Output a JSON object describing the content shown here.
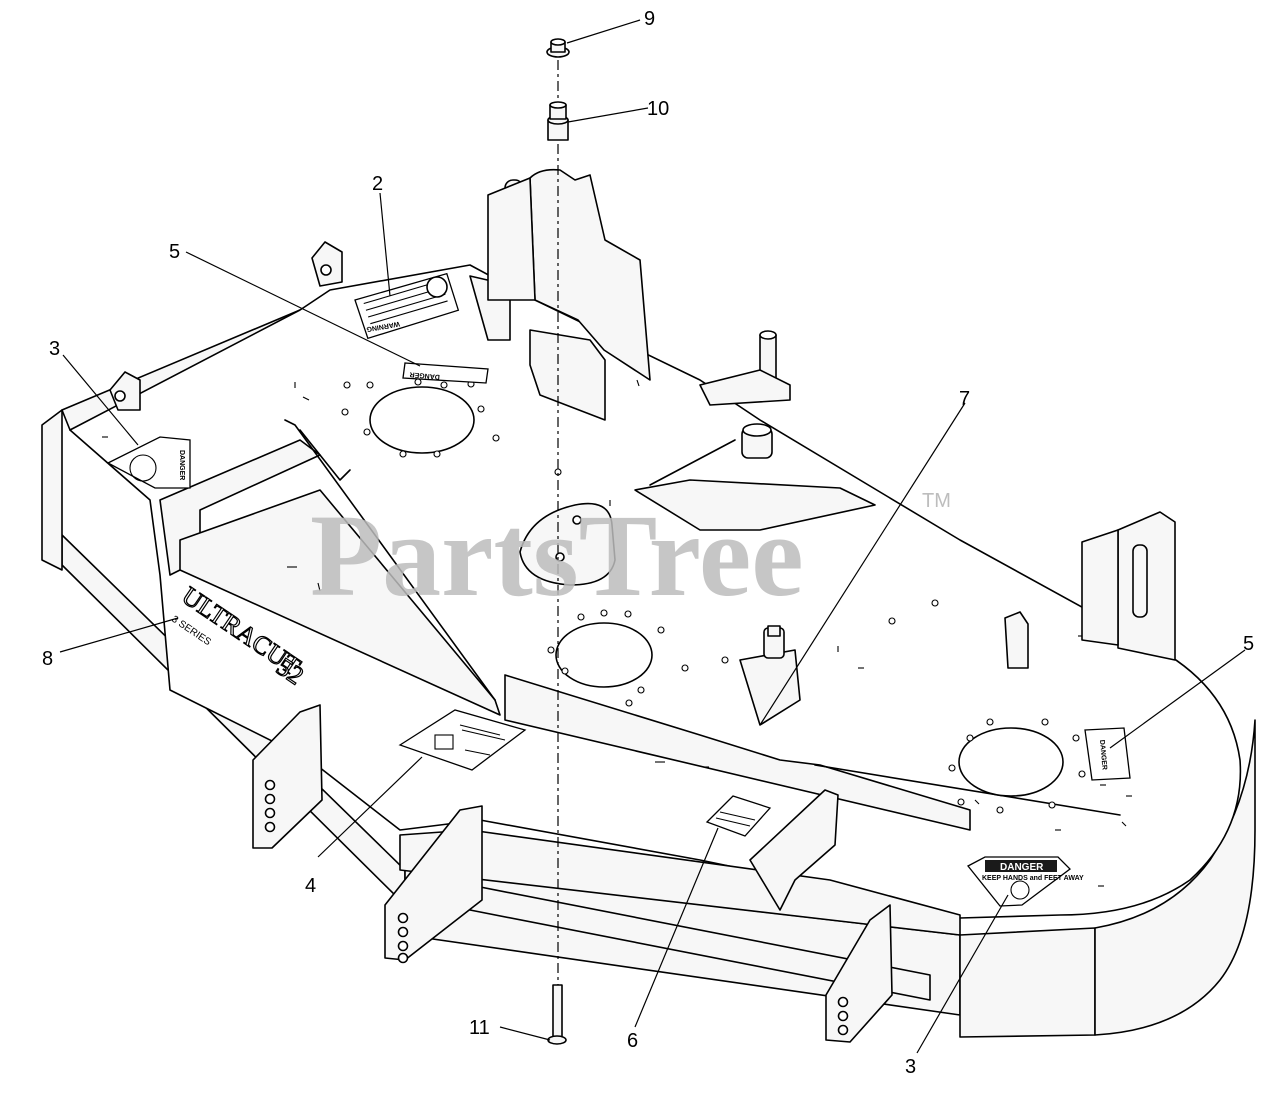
{
  "diagram": {
    "watermark": "PartsTree",
    "watermark_tm": "TM",
    "callouts": [
      {
        "id": "c9",
        "label": "9"
      },
      {
        "id": "c10",
        "label": "10"
      },
      {
        "id": "c2",
        "label": "2"
      },
      {
        "id": "c5a",
        "label": "5"
      },
      {
        "id": "c3a",
        "label": "3"
      },
      {
        "id": "c7",
        "label": "7"
      },
      {
        "id": "c5b",
        "label": "5"
      },
      {
        "id": "c8",
        "label": "8"
      },
      {
        "id": "c4",
        "label": "4"
      },
      {
        "id": "c6",
        "label": "6"
      },
      {
        "id": "c11",
        "label": "11"
      },
      {
        "id": "c3b",
        "label": "3"
      }
    ],
    "decals": {
      "warning": "WARNING",
      "danger": "DANGER",
      "danger_keep_hands": "KEEP HANDS and FEET AWAY",
      "brand_name": "ULTRACUT",
      "brand_size": "52",
      "brand_series": "3 SERIES"
    }
  }
}
